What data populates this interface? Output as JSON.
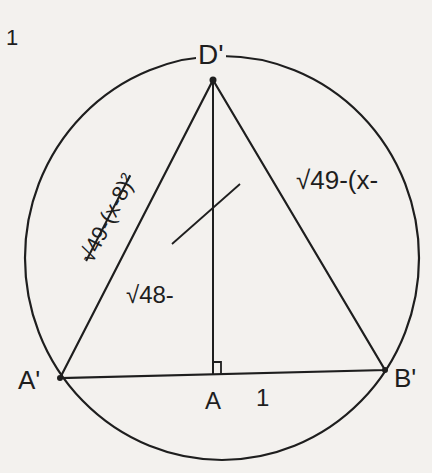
{
  "diagram": {
    "labels": [
      "1",
      "D'",
      "√49-(x-8)²",
      "√49-(x-",
      "√48-",
      "A'",
      "A",
      "1",
      "B'"
    ]
  }
}
